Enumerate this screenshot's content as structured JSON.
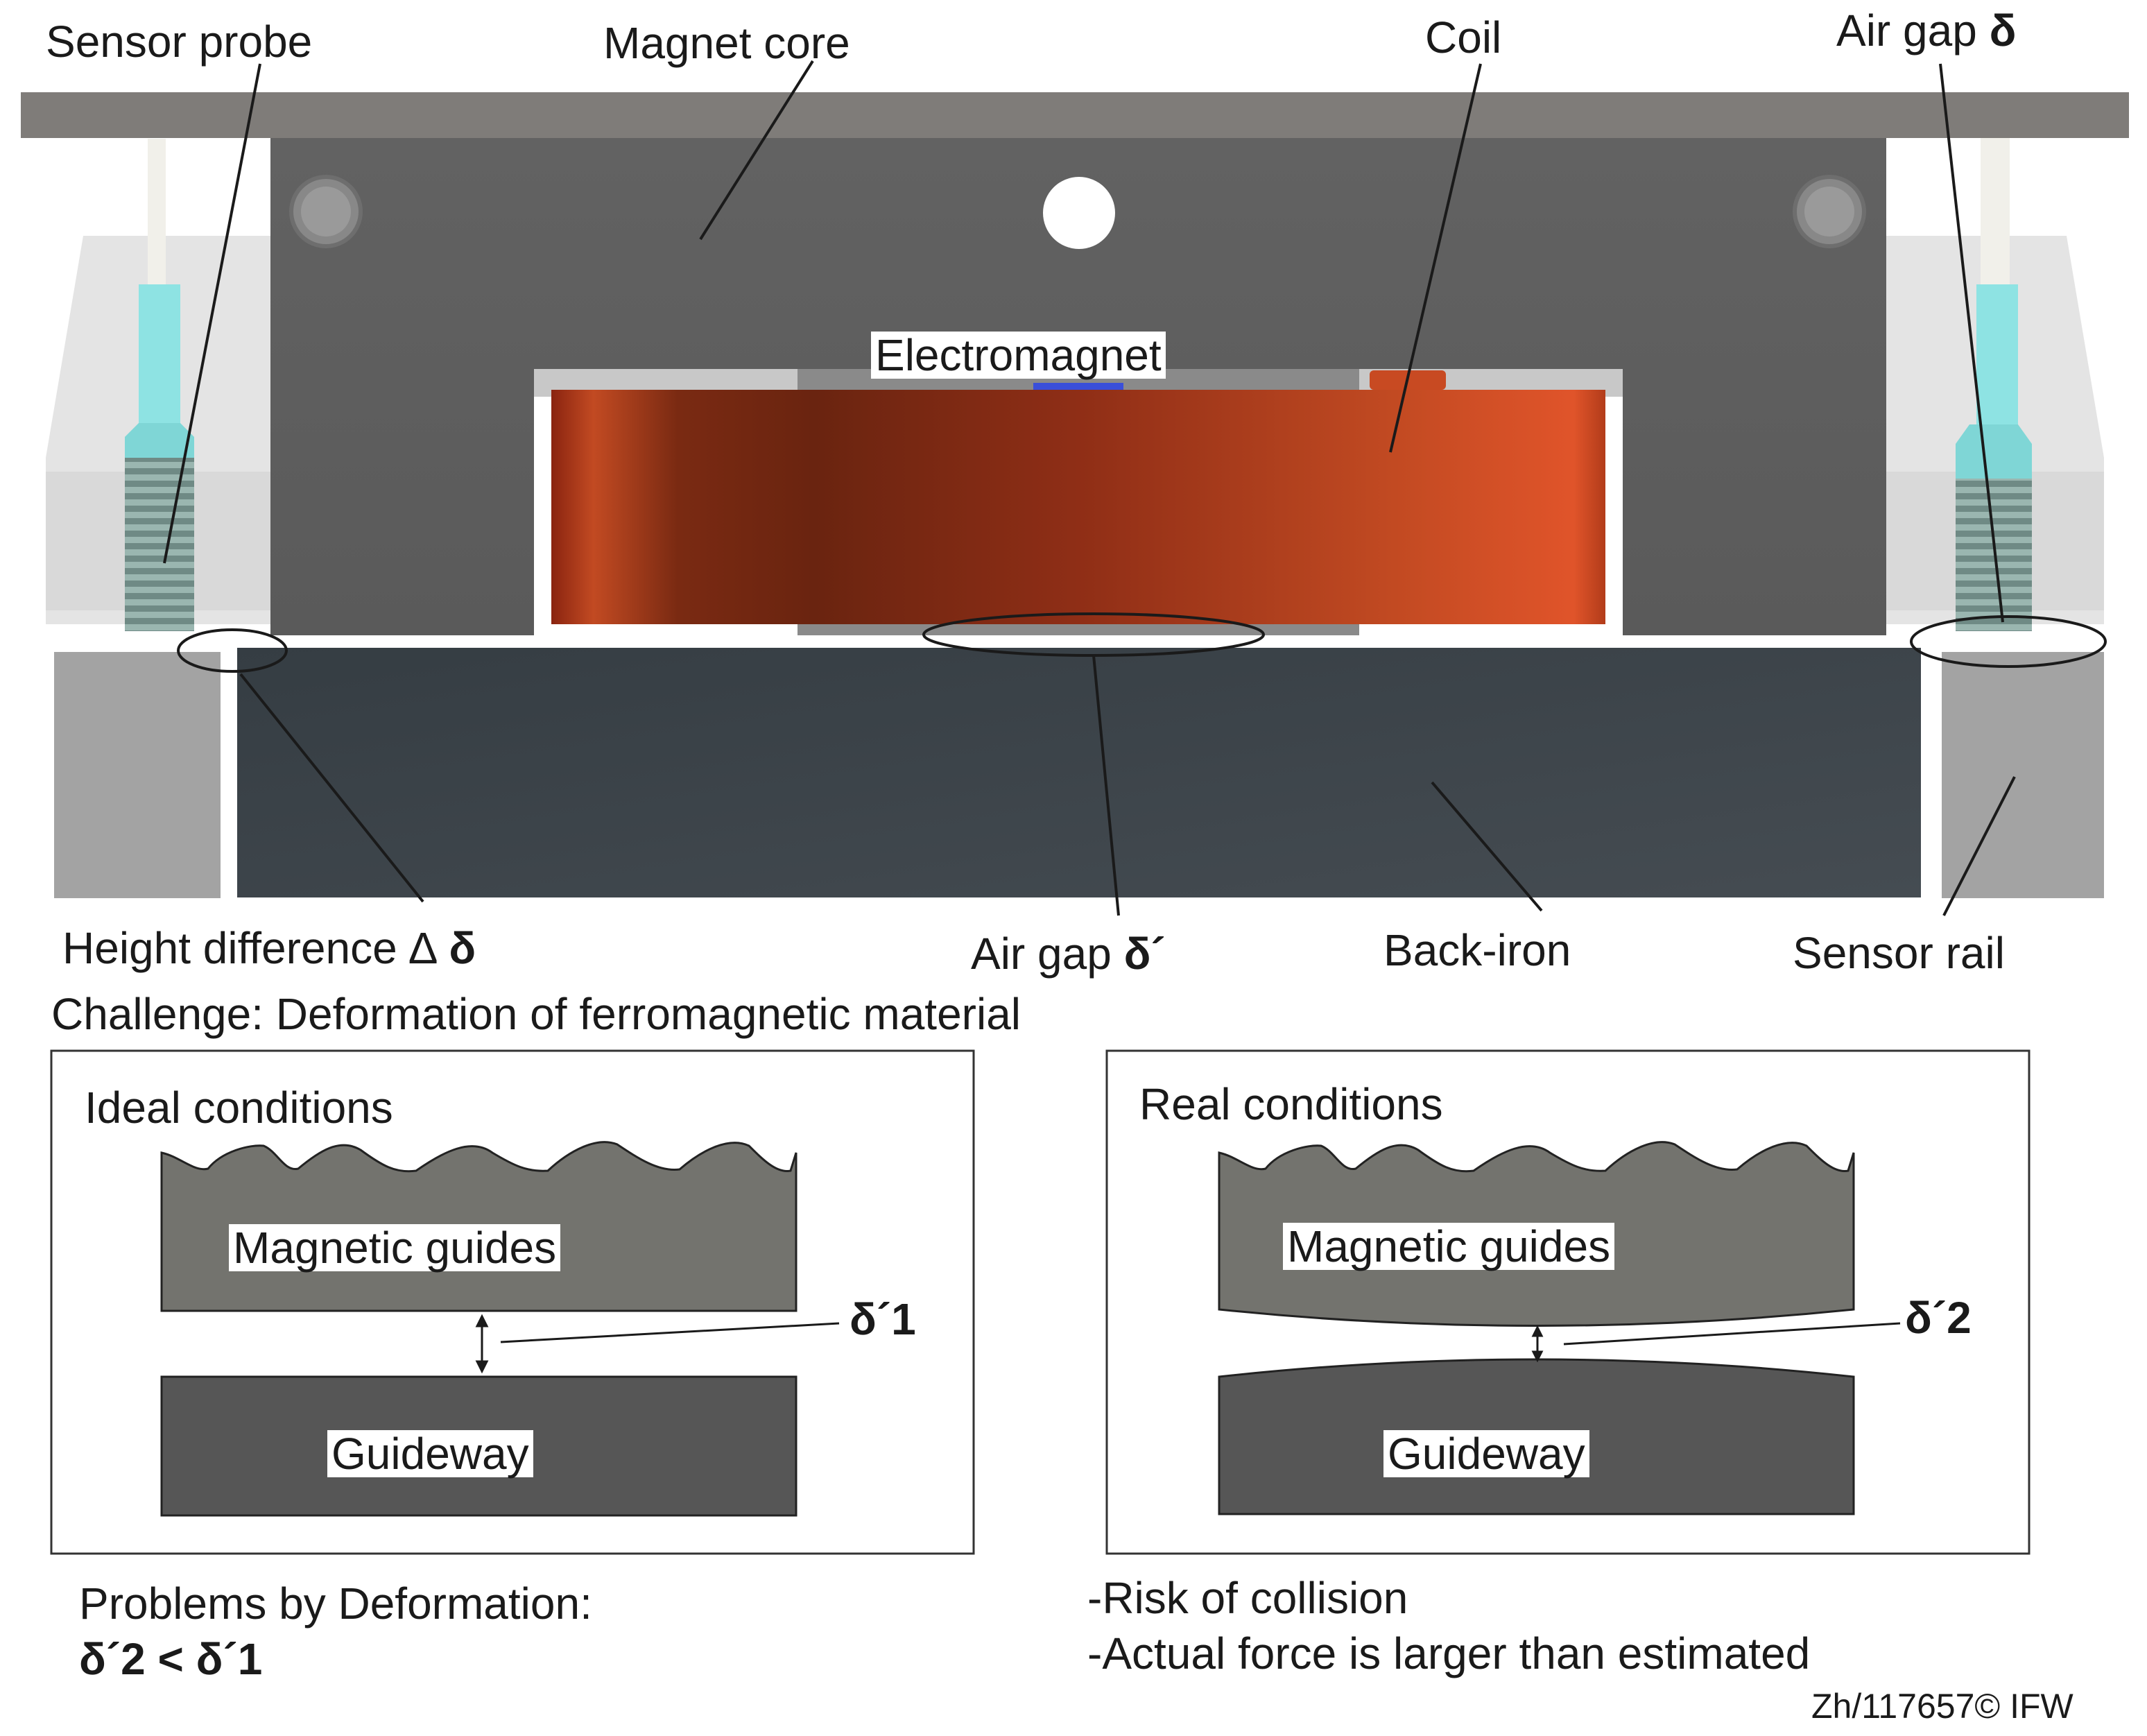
{
  "labels": {
    "sensor_probe": "Sensor probe",
    "magnet_core": "Magnet core",
    "coil": "Coil",
    "air_gap_top_text": "Air gap ",
    "delta_symbol": "δ",
    "electromagnet": "Electromagnet",
    "height_difference_text": "Height difference  ∆ ",
    "air_gap_bottom_text": "Air gap ",
    "delta_prime": "δ´",
    "back_iron": "Back-iron",
    "sensor_rail": "Sensor rail"
  },
  "challenge": "Challenge: Deformation of ferromagnetic material",
  "ideal": {
    "title": "Ideal conditions",
    "magnetic_guides": "Magnetic guides",
    "guideway": "Guideway",
    "gap_label": "δ´1"
  },
  "real": {
    "title": "Real conditions",
    "magnetic_guides": "Magnetic guides",
    "guideway": "Guideway",
    "gap_label": "δ´2"
  },
  "problems": {
    "title": "Problems by Deformation:",
    "formula": "δ´2 < δ´1"
  },
  "risks": {
    "line1": "-Risk of collision",
    "line2": "-Actual force is larger than estimated"
  },
  "copyright": "Zh/117657©  IFW",
  "colors": {
    "top_plate": "#7f7c79",
    "magnet_core": "#5f5f5f",
    "back_iron": "#3c4349",
    "coil": "#b8401d",
    "sensor_cyan": "#8ee3e3",
    "guide_gray": "#73736e",
    "guideway_gray": "#565656"
  }
}
